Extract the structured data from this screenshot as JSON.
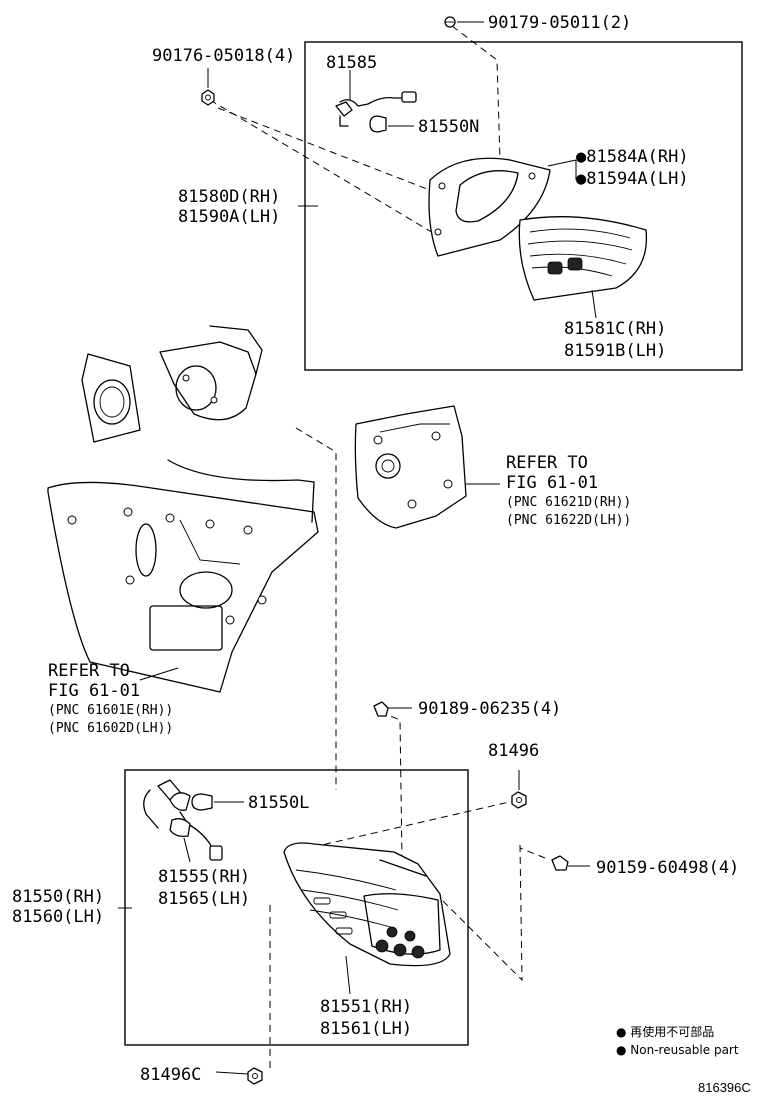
{
  "labels": {
    "p90179": "90179-05011(2)",
    "p90176": "90176-05018(4)",
    "p81585": "81585",
    "p81550N": "81550N",
    "p81584A": "●81584A(RH)",
    "p81594A": "●81594A(LH)",
    "p81580D": "81580D(RH)",
    "p81590A": "81590A(LH)",
    "p81581C": "81581C(RH)",
    "p81591B": "81591B(LH)",
    "refer1_a": "REFER TO",
    "refer1_b": "FIG 61-01",
    "refer1_c": "(PNC 61621D(RH))",
    "refer1_d": "(PNC 61622D(LH))",
    "refer2_a": "REFER TO",
    "refer2_b": "FIG 61-01",
    "refer2_c": "(PNC 61601E(RH))",
    "refer2_d": "(PNC 61602D(LH))",
    "p90189": "90189-06235(4)",
    "p81496": "81496",
    "p81550L": "81550L",
    "p90159": "90159-60498(4)",
    "p81555": "81555(RH)",
    "p81565": "81565(LH)",
    "p81550": "81550(RH)",
    "p81560": "81560(LH)",
    "p81551": "81551(RH)",
    "p81561": "81561(LH)",
    "p81496C": "81496C"
  },
  "legend": {
    "line1": "● 再使用不可部品",
    "line2": "● Non-reusable part"
  },
  "diagram_code": "816396C"
}
